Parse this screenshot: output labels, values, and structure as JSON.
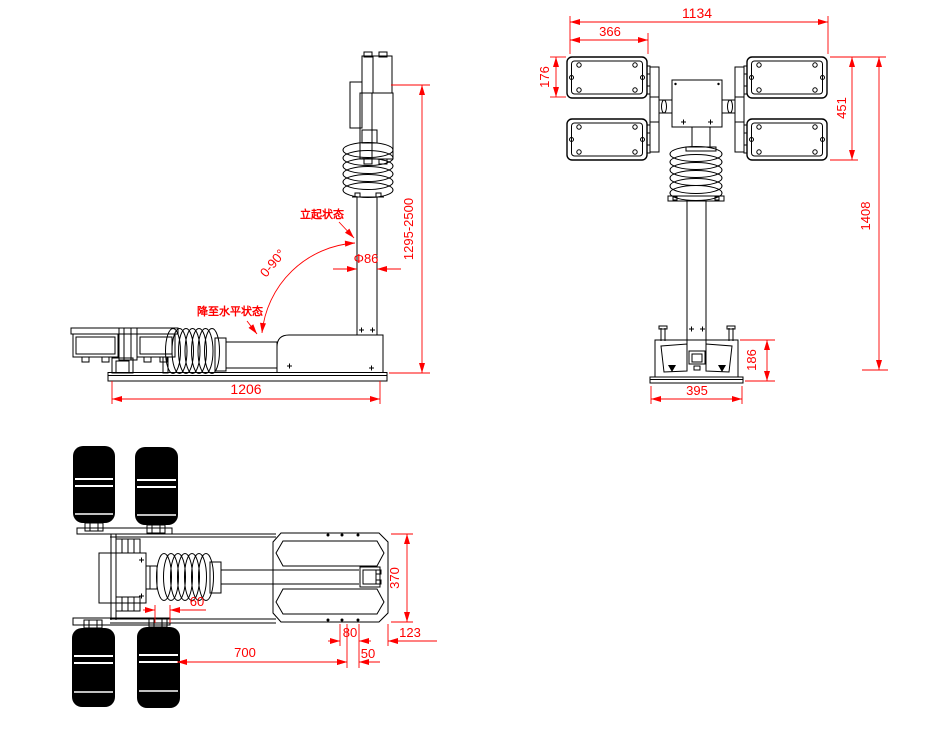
{
  "colors": {
    "line": "#000000",
    "dimension": "#ff0000",
    "background": "#ffffff"
  },
  "side_view": {
    "height_range": "1295-2500",
    "mast_diameter": "Φ86",
    "tilt_angle": "0-90°",
    "base_length": "1206",
    "label_raised": "立起状态",
    "label_lowered": "降至水平状态"
  },
  "front_view": {
    "total_width": "1134",
    "lamp_width": "366",
    "lamp_height": "176",
    "lamp_stack_height": "451",
    "total_height": "1408",
    "base_height": "186",
    "base_width": "395"
  },
  "top_view": {
    "body_width": "370",
    "dim_60": "60",
    "dim_700": "700",
    "dim_50": "50",
    "dim_80": "80",
    "dim_123": "123"
  }
}
